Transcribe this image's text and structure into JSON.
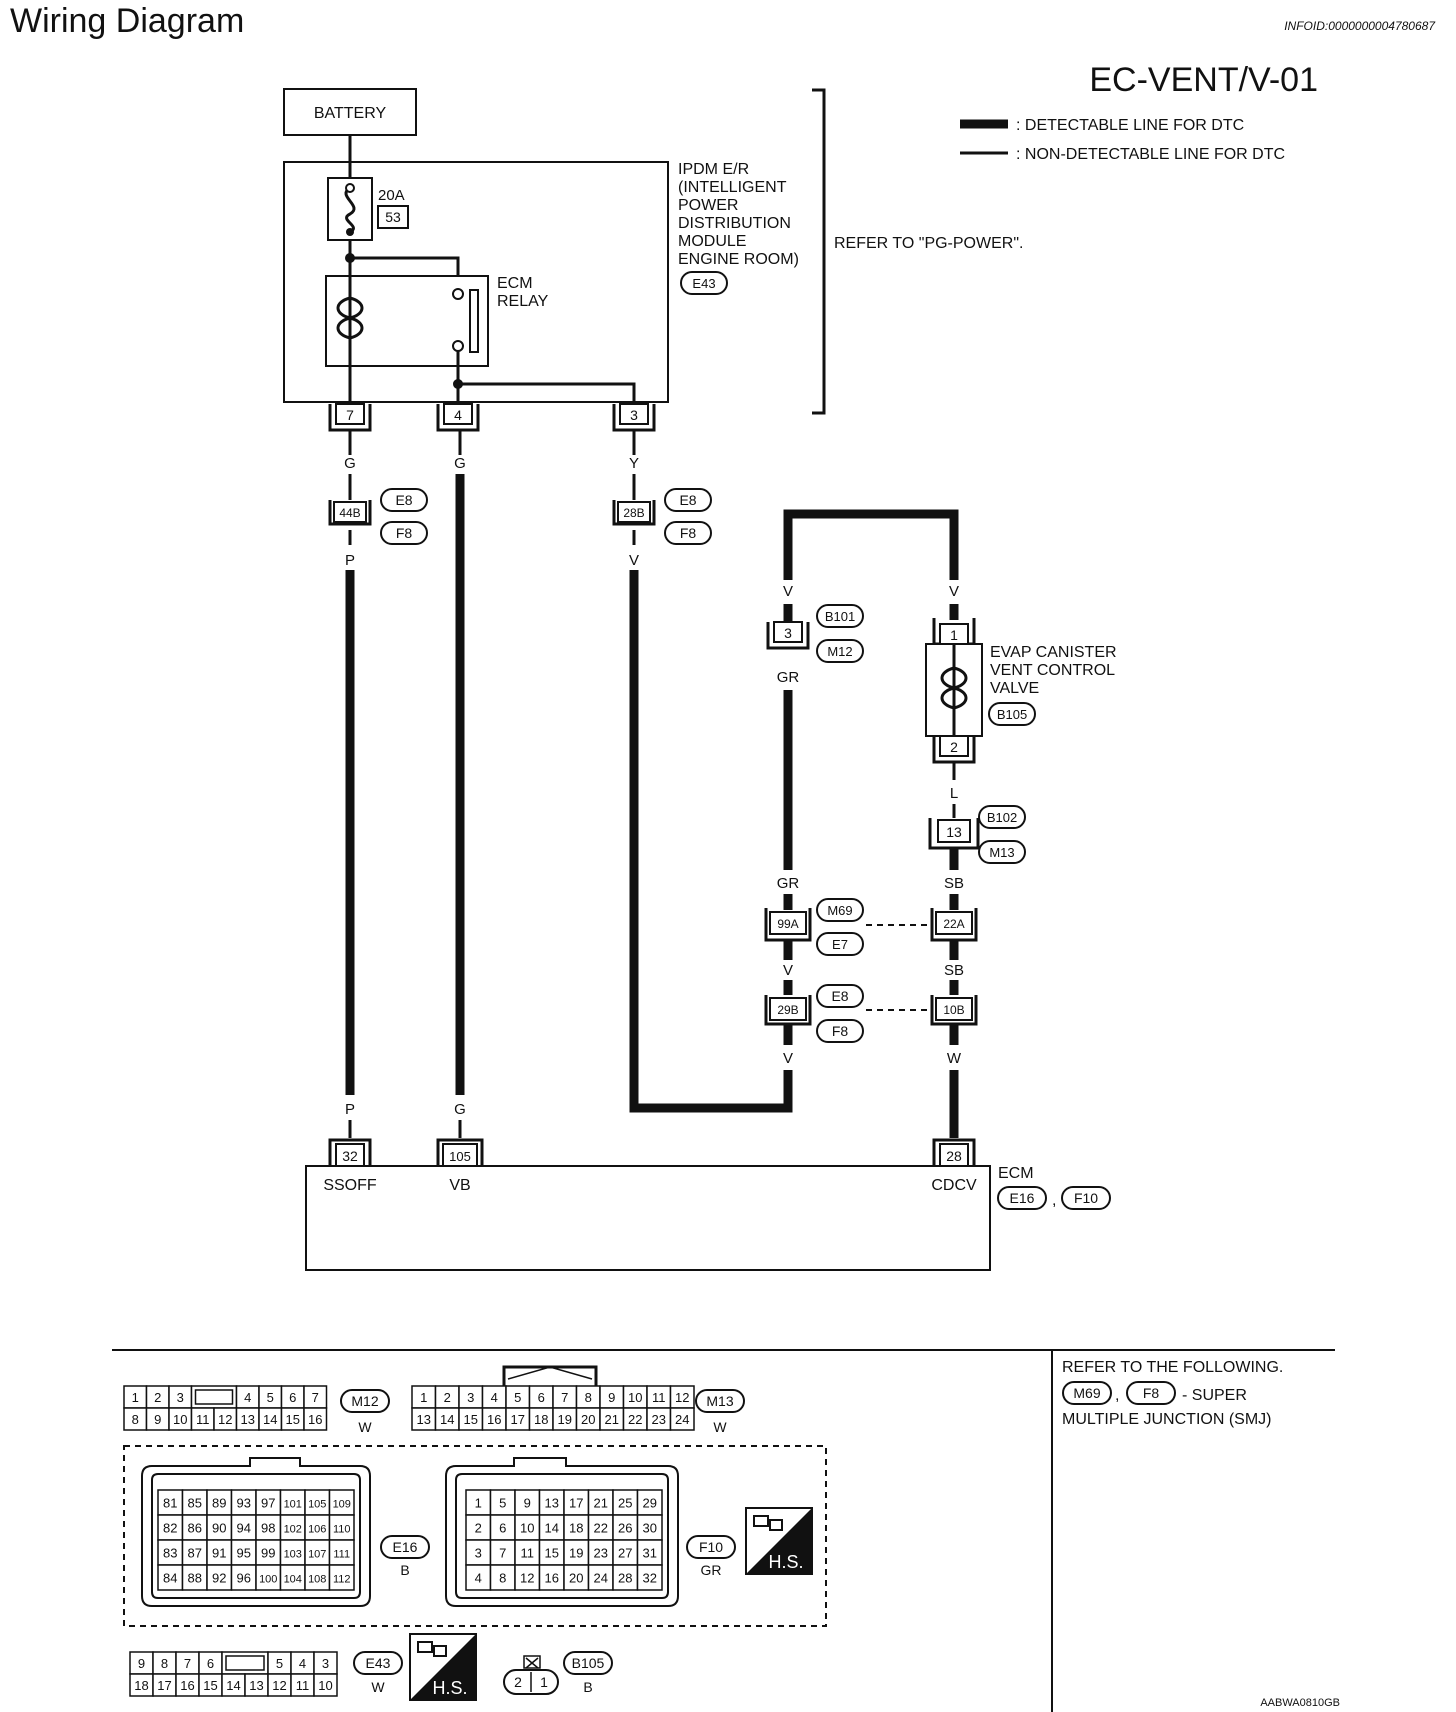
{
  "page_title": "Wiring Diagram",
  "info_id": "INFOID:0000000004780687",
  "doc_id": "EC-VENT/V-01",
  "figure_id": "AABWA0810GB",
  "legend": {
    "detectable": ": DETECTABLE LINE FOR DTC",
    "non_detectable": ": NON-DETECTABLE LINE FOR DTC"
  },
  "battery": "BATTERY",
  "ipdm": {
    "lines": [
      "IPDM E/R",
      "(INTELLIGENT",
      "POWER",
      "DISTRIBUTION",
      "MODULE",
      "ENGINE ROOM)"
    ],
    "connector": "E43",
    "fuse_amp": "20A",
    "fuse_no": "53",
    "relay_lines": [
      "ECM",
      "RELAY"
    ],
    "refer": "REFER TO \"PG-POWER\".",
    "pins": [
      "7",
      "4",
      "3"
    ]
  },
  "wire_colors": {
    "pin7": "G",
    "pin4": "G",
    "pin3": "Y",
    "p_upper": "P",
    "v_upper": "V",
    "v_left": "V",
    "v_right": "V",
    "gr1": "GR",
    "gr2": "GR",
    "v3": "V",
    "v4": "V",
    "l": "L",
    "sb1": "SB",
    "sb2": "SB",
    "w": "W",
    "ecm_p": "P",
    "ecm_g": "G"
  },
  "junctions": {
    "j44b": "44B",
    "j28b": "28B",
    "j3": "3",
    "j13": "13",
    "j99a": "99A",
    "j22a": "22A",
    "j29b": "29B",
    "j10b": "10B"
  },
  "connector_refs": {
    "e8": "E8",
    "f8": "F8",
    "b101": "B101",
    "m12": "M12",
    "b102": "B102",
    "m13": "M13",
    "m69": "M69",
    "e7": "E7",
    "b105": "B105",
    "e16": "E16",
    "f10": "F10"
  },
  "valve": {
    "lines": [
      "EVAP CANISTER",
      "VENT CONTROL",
      "VALVE"
    ],
    "pin_top": "1",
    "pin_bottom": "2",
    "connector": "B105"
  },
  "ecm": {
    "label": "ECM",
    "connectors": [
      "E16",
      "F10"
    ],
    "pins": [
      {
        "no": "32",
        "name": "SSOFF"
      },
      {
        "no": "105",
        "name": "VB"
      },
      {
        "no": "28",
        "name": "CDCV"
      }
    ]
  },
  "refer_note": {
    "line1": "REFER TO THE FOLLOWING.",
    "c1": "M69",
    "c2": "F8",
    "tail": "- SUPER",
    "line3": "MULTIPLE JUNCTION (SMJ)"
  },
  "connector_views": {
    "m12": {
      "id": "M12",
      "color": "W",
      "row1": [
        "1",
        "2",
        "3",
        "",
        "4",
        "5",
        "6",
        "7"
      ],
      "row2": [
        "8",
        "9",
        "10",
        "11",
        "12",
        "13",
        "14",
        "15",
        "16"
      ]
    },
    "m13": {
      "id": "M13",
      "color": "W",
      "row1": [
        "1",
        "2",
        "3",
        "4",
        "5",
        "6",
        "7",
        "8",
        "9",
        "10",
        "11",
        "12"
      ],
      "row2": [
        "13",
        "14",
        "15",
        "16",
        "17",
        "18",
        "19",
        "20",
        "21",
        "22",
        "23",
        "24"
      ]
    },
    "e16": {
      "id": "E16",
      "color": "B",
      "rows": [
        [
          "81",
          "85",
          "89",
          "93",
          "97",
          "101",
          "105",
          "109"
        ],
        [
          "82",
          "86",
          "90",
          "94",
          "98",
          "102",
          "106",
          "110"
        ],
        [
          "83",
          "87",
          "91",
          "95",
          "99",
          "103",
          "107",
          "111"
        ],
        [
          "84",
          "88",
          "92",
          "96",
          "100",
          "104",
          "108",
          "112"
        ]
      ]
    },
    "f10": {
      "id": "F10",
      "color": "GR",
      "rows": [
        [
          "1",
          "5",
          "9",
          "13",
          "17",
          "21",
          "25",
          "29"
        ],
        [
          "2",
          "6",
          "10",
          "14",
          "18",
          "22",
          "26",
          "30"
        ],
        [
          "3",
          "7",
          "11",
          "15",
          "19",
          "23",
          "27",
          "31"
        ],
        [
          "4",
          "8",
          "12",
          "16",
          "20",
          "24",
          "28",
          "32"
        ]
      ]
    },
    "e43": {
      "id": "E43",
      "color": "W",
      "row1": [
        "9",
        "8",
        "7",
        "6",
        "",
        "5",
        "4",
        "3"
      ],
      "row2": [
        "18",
        "17",
        "16",
        "15",
        "14",
        "13",
        "12",
        "11",
        "10"
      ]
    },
    "b105": {
      "id": "B105",
      "color": "B",
      "pins": [
        "2",
        "1"
      ]
    },
    "hs_label": "H.S."
  }
}
